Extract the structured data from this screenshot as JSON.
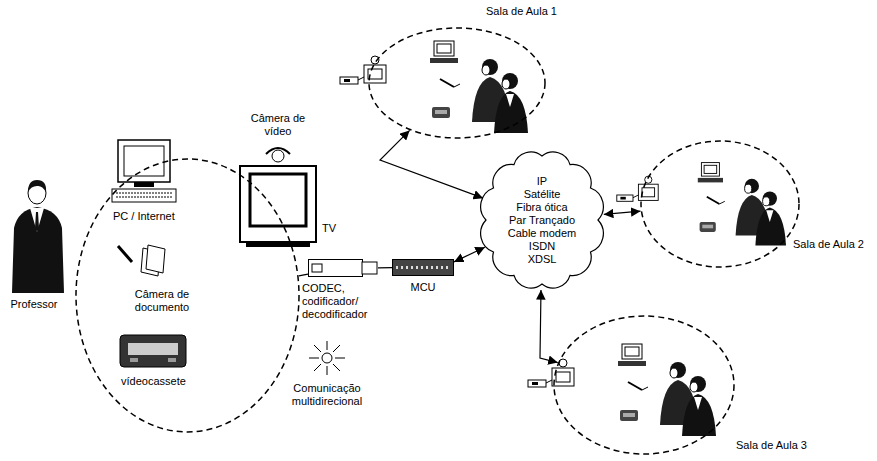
{
  "diagram": {
    "nodes": [
      {
        "text": [
          "Professor",
          "PC / Internet",
          "Câmera de documento",
          "vídeocassete"
        ]
      },
      {
        "text": [
          "CODEC, codificador/ decodificador"
        ]
      },
      {
        "text": [
          "MCU"
        ]
      },
      {
        "text": [
          "IP",
          "Satélite",
          "Fibra ótica",
          "Par Trançado",
          "Cable modem",
          "ISDN",
          "XDSL"
        ]
      },
      {
        "text": [
          "Sala de Aula 1"
        ]
      },
      {
        "text": [
          "Sala de Aula 2"
        ]
      },
      {
        "text": [
          "Sala de Aula 3"
        ]
      }
    ],
    "edges": [
      {
        "from": 0,
        "to": 1,
        "arrow": "none"
      },
      {
        "from": 1,
        "to": 2,
        "arrow": "none"
      },
      {
        "from": 2,
        "to": 3,
        "arrow": "both"
      },
      {
        "from": 3,
        "to": 4,
        "arrow": "both"
      },
      {
        "from": 3,
        "to": 5,
        "arrow": "both"
      },
      {
        "from": 3,
        "to": 6,
        "arrow": "both"
      }
    ],
    "labels": [
      "Câmera de vídeo",
      "TV",
      "Comunicação multidirecional"
    ]
  }
}
